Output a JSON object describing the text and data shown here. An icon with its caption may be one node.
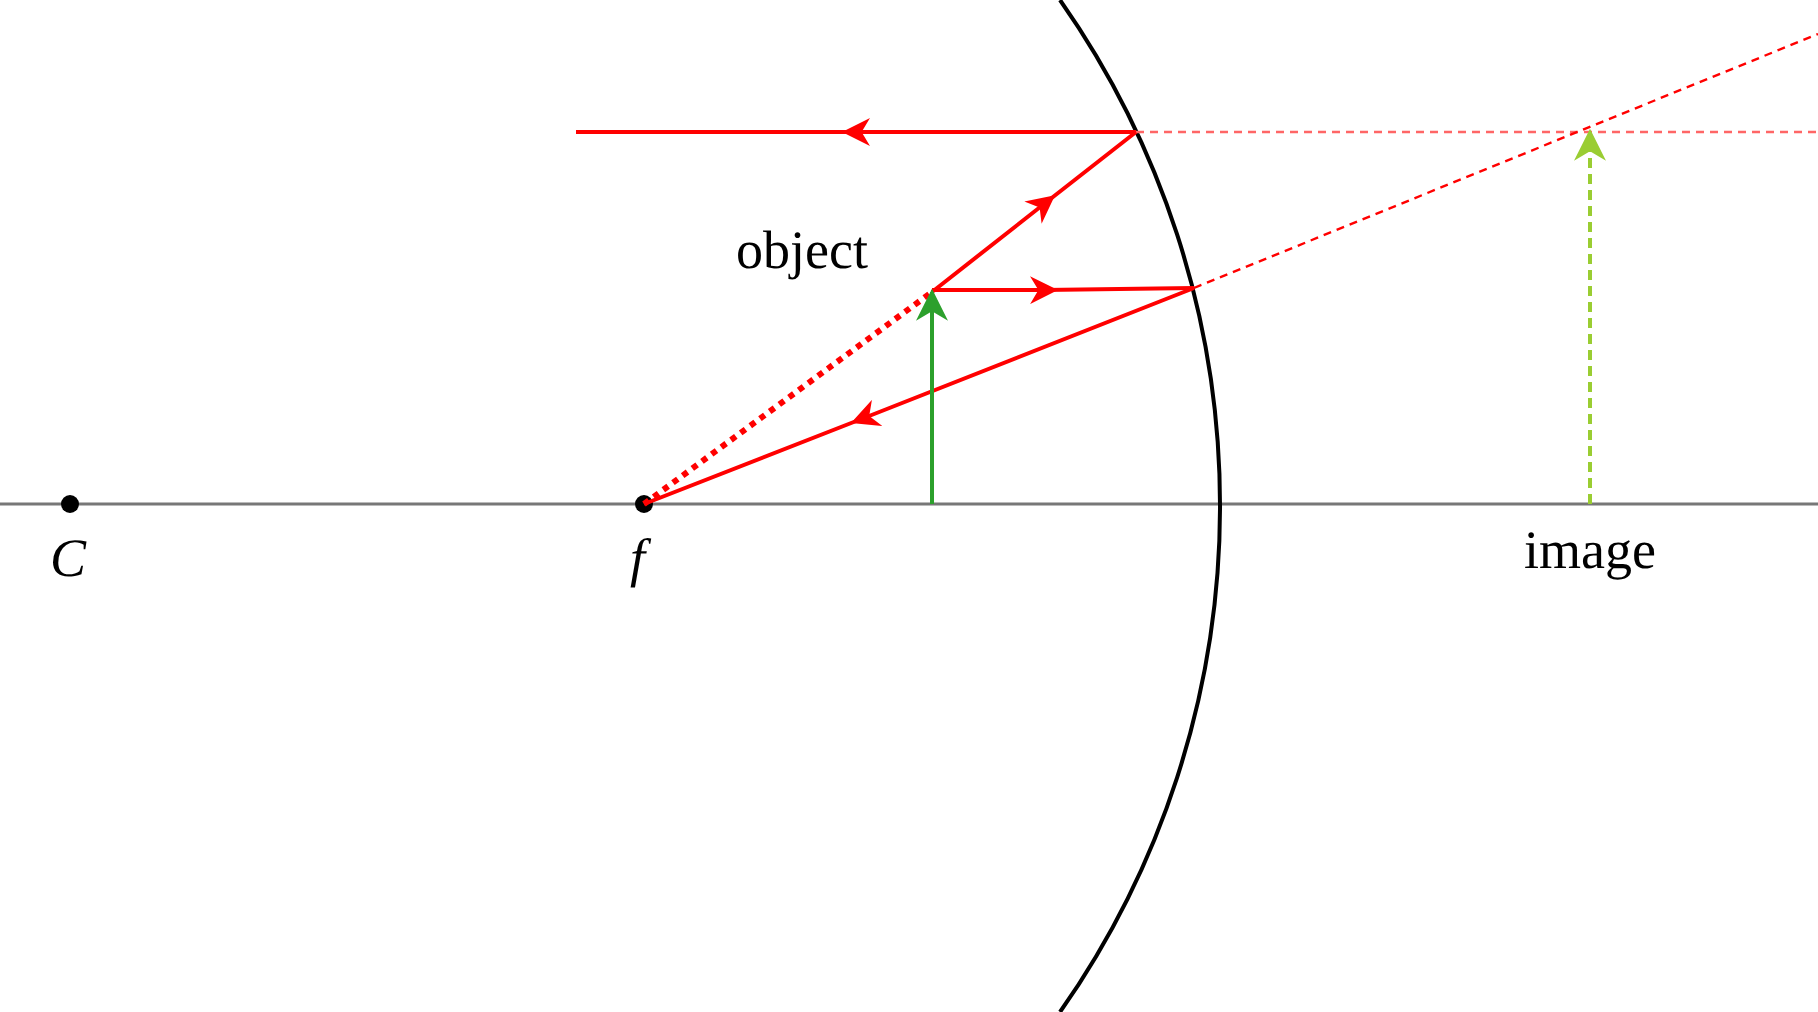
{
  "diagram": {
    "labels": [
      "object",
      "C",
      "f",
      "image"
    ]
  }
}
